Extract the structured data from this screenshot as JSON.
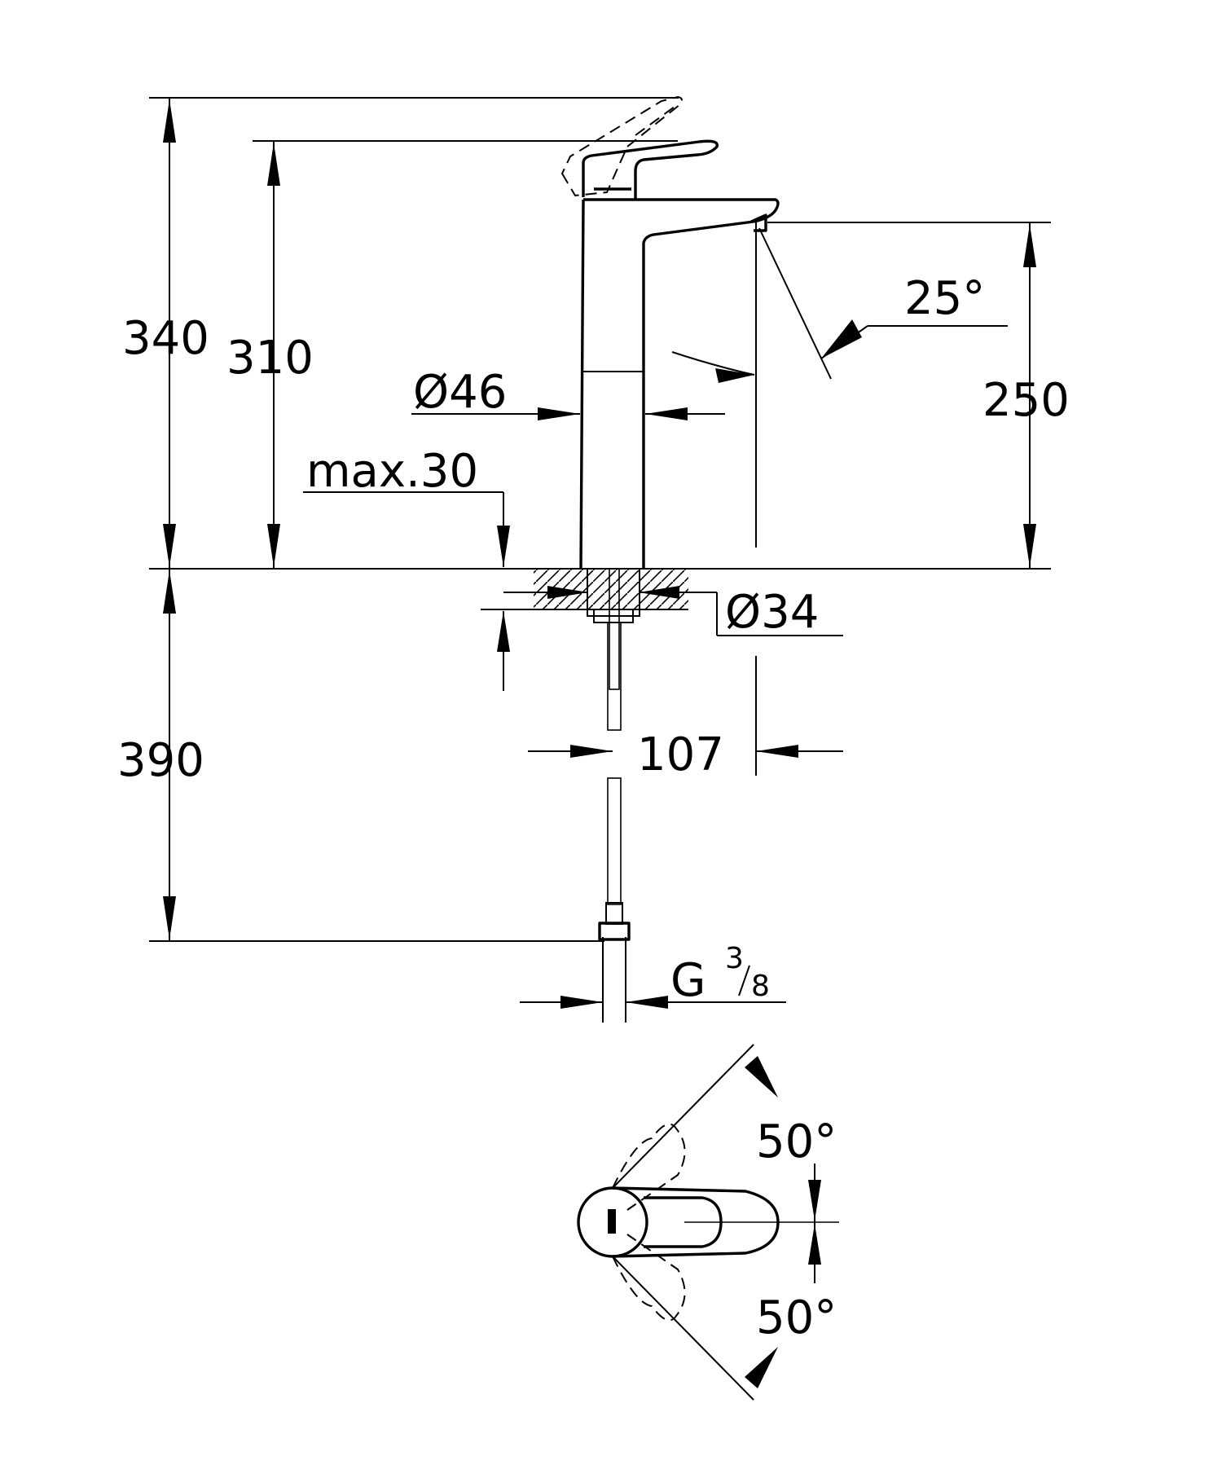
{
  "dimensions": {
    "overall_height": "340",
    "lever_height": "310",
    "spout_height": "250",
    "spout_angle": "25°",
    "body_diameter": "Ø46",
    "max_counter_thickness": "max.30",
    "shank_diameter": "Ø34",
    "hose_length": "390",
    "projection": "107",
    "connection_main": "G",
    "connection_num": "3",
    "connection_den": "8",
    "rotation_up": "50°",
    "rotation_down": "50°"
  }
}
